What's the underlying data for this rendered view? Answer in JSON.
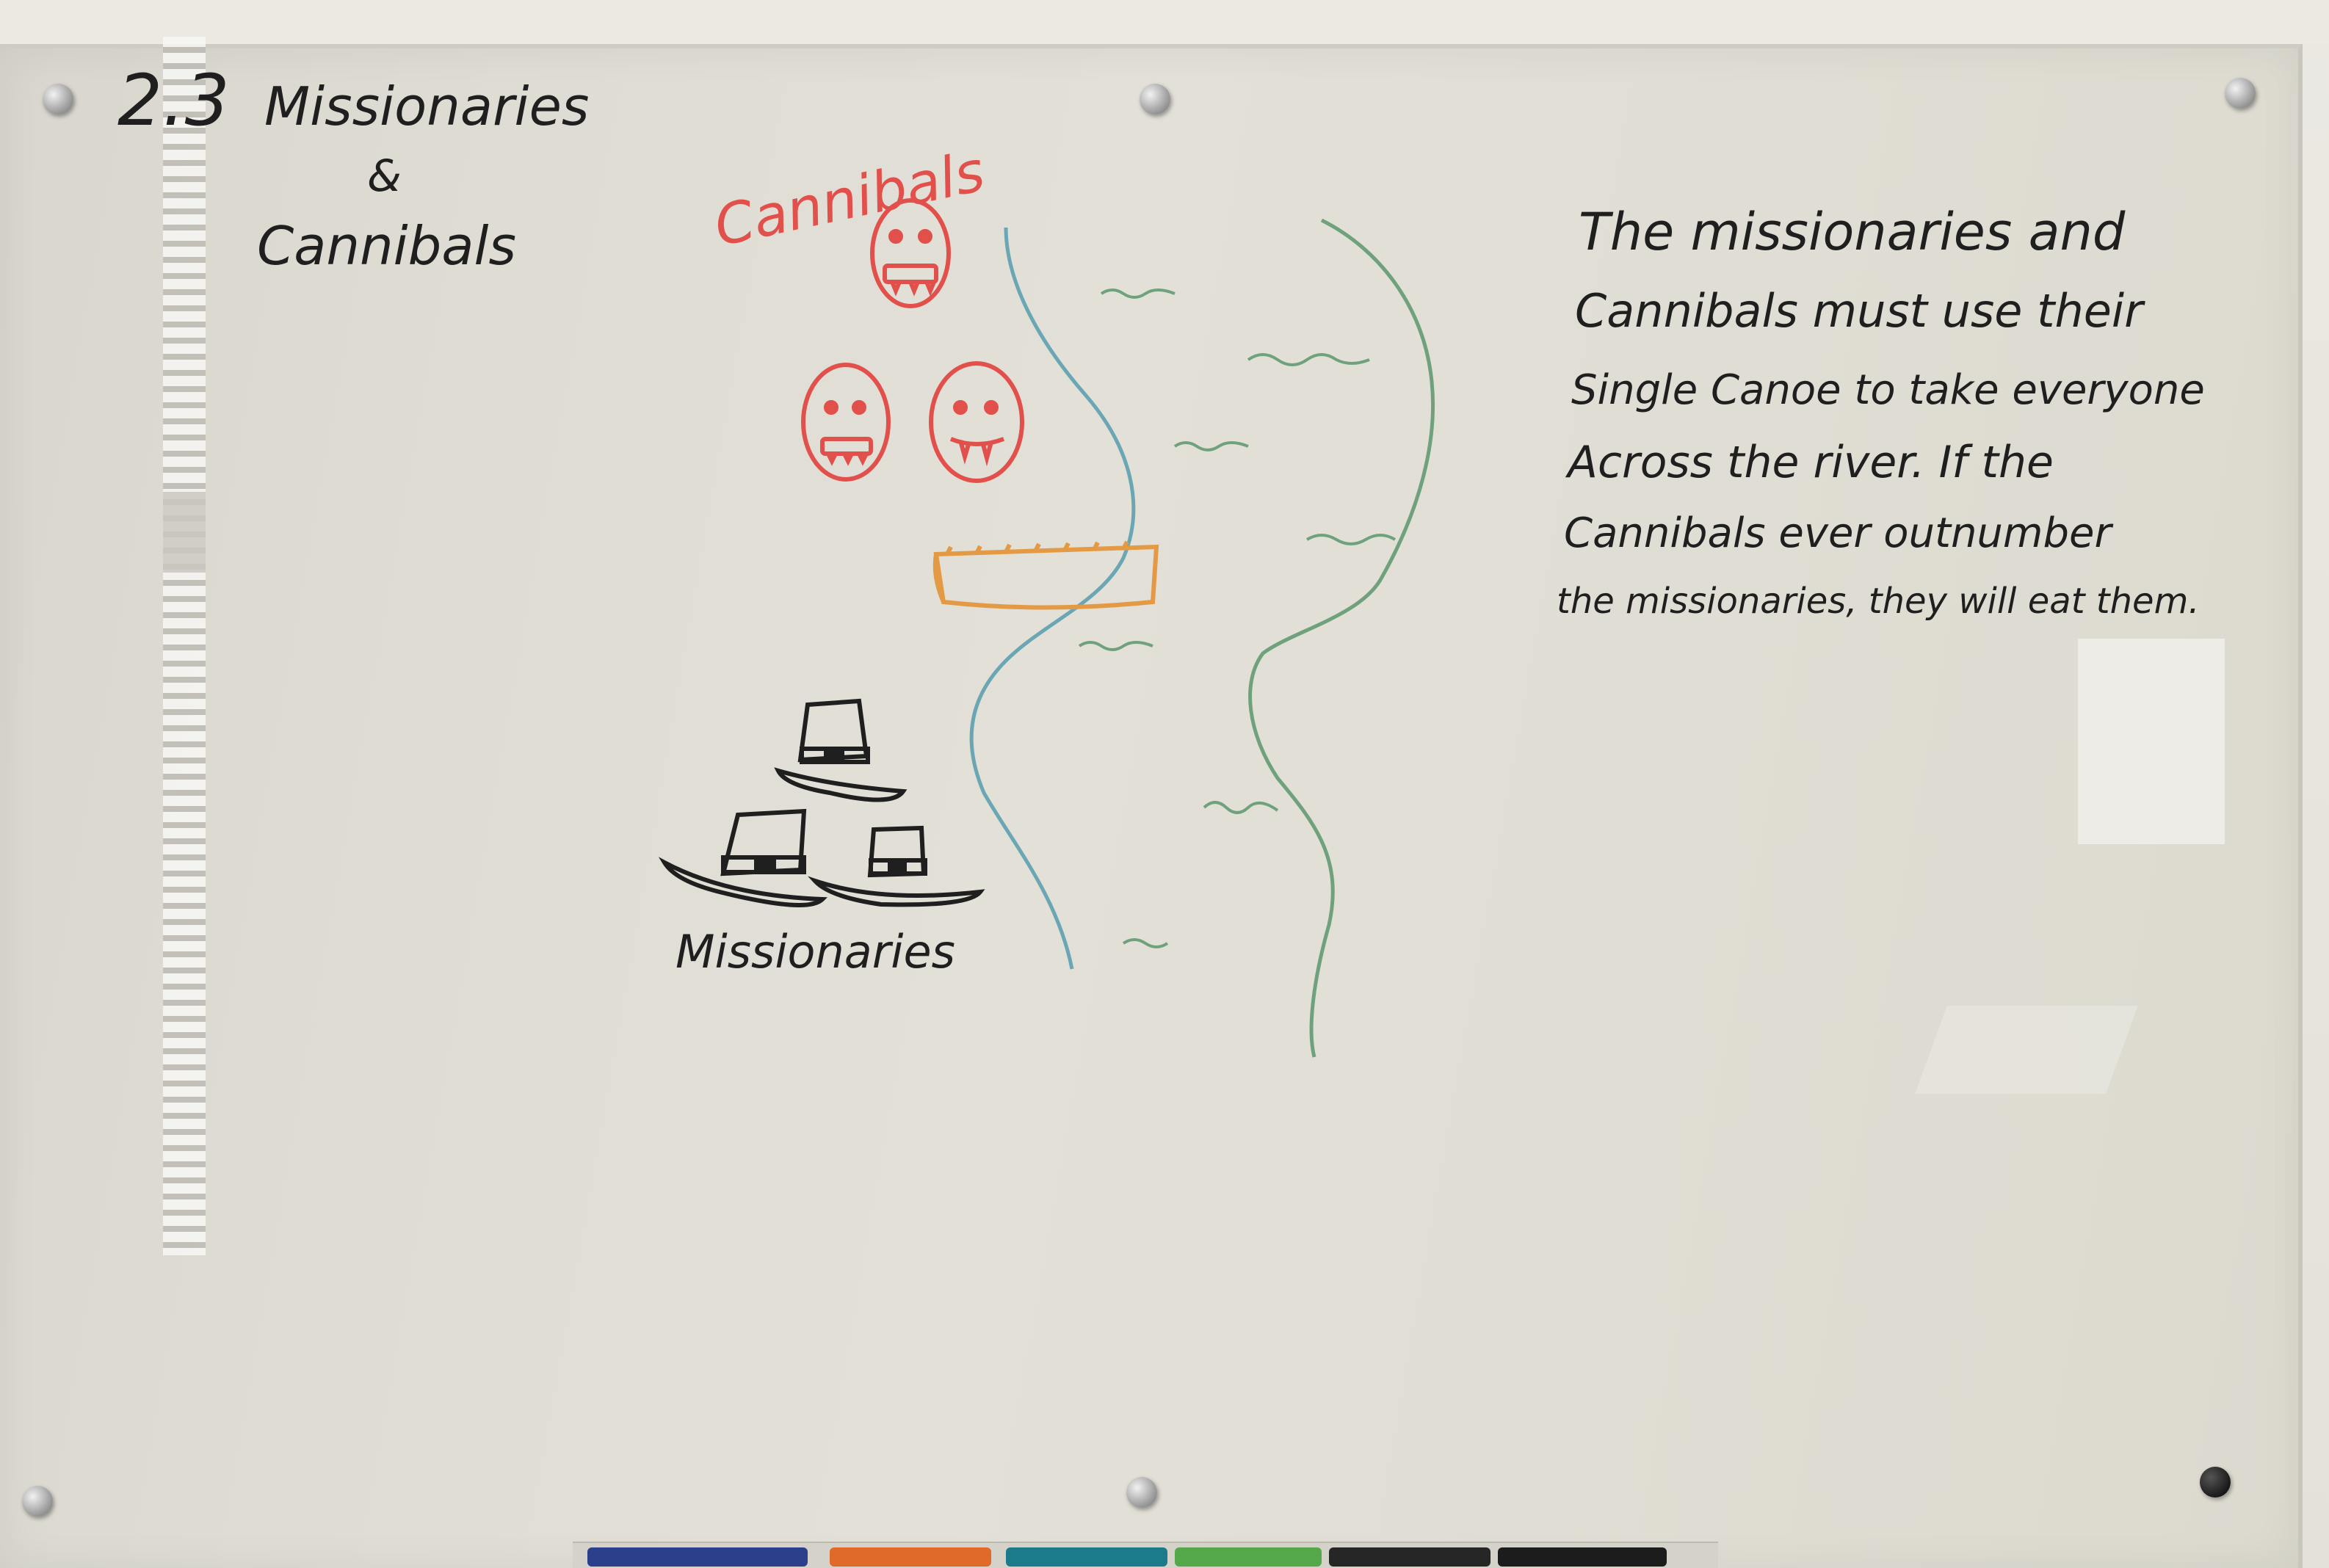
{
  "board": {
    "title_number": "2.3",
    "title_line1": "Missionaries",
    "title_ampersand": "&",
    "title_line2": "Cannibals",
    "cannibals_label": "Cannibals",
    "missionaries_label": "Missionaries",
    "description_lines": [
      "The missionaries and",
      "Cannibals must use their",
      "Single Canoe to take everyone",
      "Across the river. If the",
      "Cannibals ever outnumber",
      "the missionaries, they will eat them."
    ]
  },
  "colors": {
    "black_ink": "#1f1f1f",
    "red_ink": "#e2504c",
    "orange_ink": "#e49a45",
    "blue_ink": "#6aa6b4",
    "green_ink": "#6fa27c"
  },
  "icons": [
    "cannibal-face-icon",
    "pilgrim-hat-icon",
    "canoe-icon",
    "river-icon"
  ]
}
